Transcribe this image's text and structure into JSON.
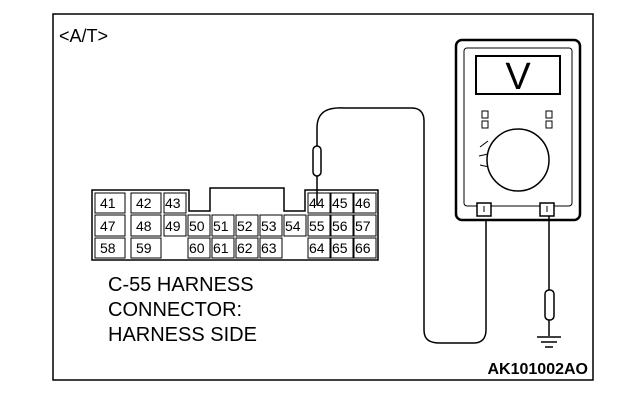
{
  "mode_label": "<A/T>",
  "figure_code": "AK101002AO",
  "connector": {
    "caption_lines": [
      "C-55 HARNESS",
      "CONNECTOR:",
      "HARNESS SIDE"
    ],
    "rows": [
      [
        "41",
        "42",
        "43",
        "44",
        "45",
        "46"
      ],
      [
        "47",
        "48",
        "49",
        "50",
        "51",
        "52",
        "53",
        "54",
        "55",
        "56",
        "57"
      ],
      [
        "58",
        "59",
        "60",
        "61",
        "62",
        "63",
        "64",
        "65",
        "66"
      ]
    ],
    "probe_pin": "44"
  },
  "meter": {
    "display_symbol": "V"
  }
}
